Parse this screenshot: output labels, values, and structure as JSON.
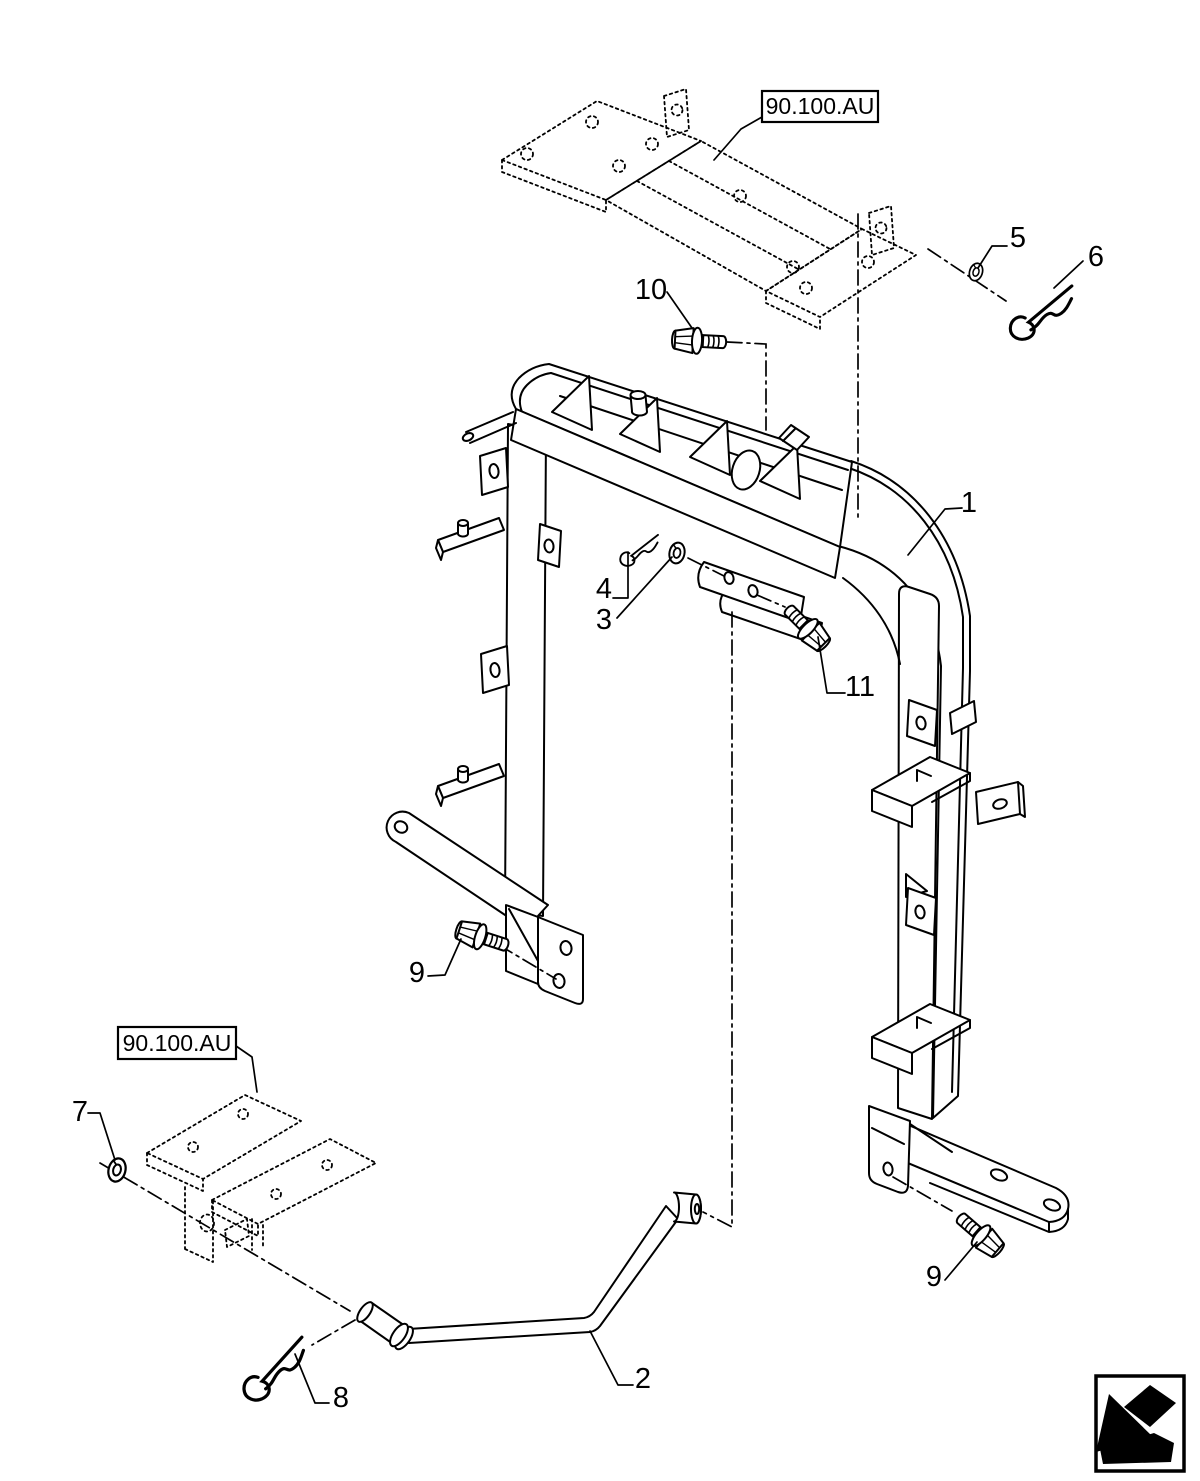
{
  "page": {
    "background": "#ffffff",
    "ink": "#000000",
    "kind": "exploded-parts-diagram"
  },
  "ref_boxes": {
    "top": {
      "label": "90.100.AU"
    },
    "left": {
      "label": "90.100.AU"
    }
  },
  "callouts": {
    "c1": {
      "label": "1"
    },
    "c2": {
      "label": "2"
    },
    "c3": {
      "label": "3"
    },
    "c4": {
      "label": "4"
    },
    "c5": {
      "label": "5"
    },
    "c6": {
      "label": "6"
    },
    "c7": {
      "label": "7"
    },
    "c8": {
      "label": "8"
    },
    "c9a": {
      "label": "9"
    },
    "c9b": {
      "label": "9"
    },
    "c10": {
      "label": "10"
    },
    "c11": {
      "label": "11"
    }
  },
  "corner_icon": {
    "name": "section-back-arrow-icon"
  }
}
